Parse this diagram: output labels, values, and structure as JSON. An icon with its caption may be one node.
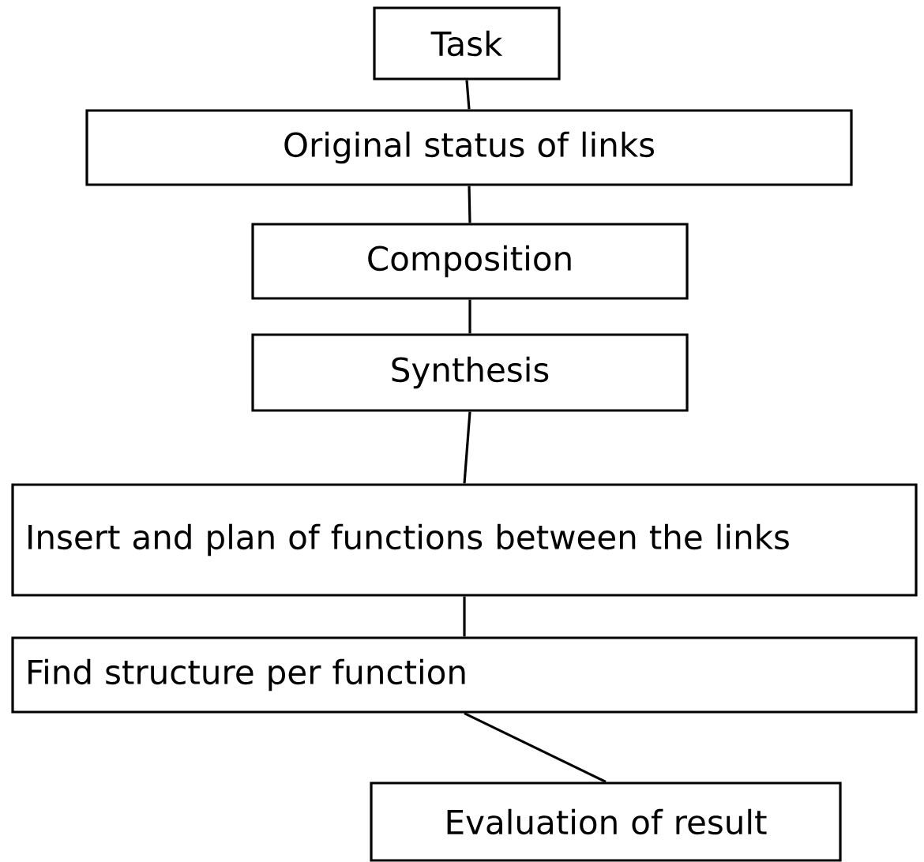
{
  "diagram": {
    "nodes": [
      {
        "text": [
          "Task"
        ]
      },
      {
        "text": [
          "Original status of links"
        ]
      },
      {
        "text": [
          "Composition"
        ]
      },
      {
        "text": [
          "Synthesis"
        ]
      },
      {
        "text": [
          "Insert and plan of functions between the links"
        ]
      },
      {
        "text": [
          "Find structure per function"
        ]
      },
      {
        "text": [
          "Evaluation of result"
        ]
      }
    ],
    "edges": [
      {
        "from": 0,
        "to": 1,
        "arrow": "none"
      },
      {
        "from": 1,
        "to": 2,
        "arrow": "none"
      },
      {
        "from": 2,
        "to": 3,
        "arrow": "none"
      },
      {
        "from": 3,
        "to": 4,
        "arrow": "none"
      },
      {
        "from": 4,
        "to": 5,
        "arrow": "none"
      },
      {
        "from": 5,
        "to": 6,
        "arrow": "none"
      }
    ]
  }
}
